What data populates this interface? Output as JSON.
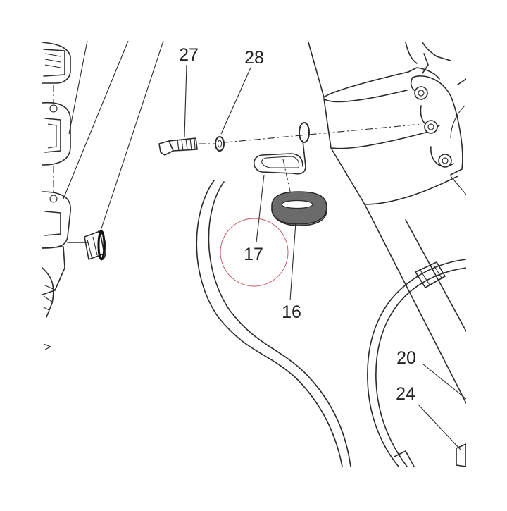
{
  "colors": {
    "line": "#2b2b2b",
    "background": "#ffffff",
    "grommet": "#6b6b6b",
    "highlight_circle": "#c0505a"
  },
  "callouts": {
    "part_27": "27",
    "part_28": "28",
    "part_17": "17",
    "part_16": "16",
    "part_20": "20",
    "part_24": "24"
  }
}
